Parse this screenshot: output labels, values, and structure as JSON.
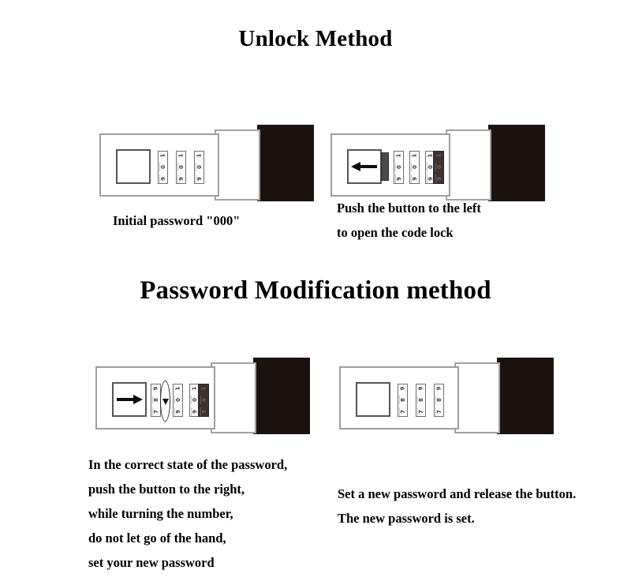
{
  "page": {
    "background_color": "#ffffff",
    "text_color": "#000000"
  },
  "sections": {
    "unlock": {
      "heading": "Unlock Method"
    },
    "modify": {
      "heading": "Password Modification method"
    }
  },
  "captions": {
    "lock1": [
      "Initial password \"000\""
    ],
    "lock2": [
      "Push the button to the left",
      "to open the code lock"
    ],
    "lock3": [
      "In the correct state of the password,",
      "push the button to the right,",
      "while turning the number,",
      "do not let go of the hand,",
      "set your new password"
    ],
    "lock4": [
      "Set a new password and release the button.",
      "The new password is set."
    ]
  },
  "locks": [
    {
      "id": "lock-initial-state",
      "button": {
        "type": "plain-square",
        "arrow": "none",
        "slider_tab": false
      },
      "dials": [
        {
          "digits": [
            "1",
            "0",
            "9"
          ],
          "state": "light"
        },
        {
          "digits": [
            "1",
            "0",
            "9"
          ],
          "state": "light"
        },
        {
          "digits": [
            "1",
            "0",
            "9"
          ],
          "state": "light"
        }
      ],
      "extra_dial": null,
      "rotation_indicator": false,
      "colors": {
        "body_border": "#9d9d9d",
        "end_cap": "#1b1210"
      }
    },
    {
      "id": "lock-push-left",
      "button": {
        "type": "arrow-square",
        "arrow": "left",
        "slider_tab": true
      },
      "dials": [
        {
          "digits": [
            "1",
            "0",
            "9"
          ],
          "state": "light"
        },
        {
          "digits": [
            "1",
            "0",
            "9"
          ],
          "state": "light"
        },
        {
          "digits": [
            "1",
            "0",
            "9"
          ],
          "state": "light"
        }
      ],
      "extra_dial": {
        "digits": [
          "1",
          "0",
          "9"
        ],
        "state": "dark"
      },
      "rotation_indicator": false,
      "colors": {
        "body_border": "#9d9d9d",
        "end_cap": "#1b1210"
      }
    },
    {
      "id": "lock-push-right-turn",
      "button": {
        "type": "arrow-square",
        "arrow": "right",
        "slider_tab": false
      },
      "dials": [
        {
          "digits": [
            "9",
            "8",
            "7"
          ],
          "state": "light"
        },
        {
          "digits": [
            "1",
            "0",
            "9"
          ],
          "state": "light"
        },
        {
          "digits": [
            "1",
            "0",
            "9"
          ],
          "state": "light"
        }
      ],
      "extra_dial": {
        "digits": [
          "1",
          "0",
          "9"
        ],
        "state": "dark"
      },
      "rotation_indicator": true,
      "colors": {
        "body_border": "#9d9d9d",
        "end_cap": "#1b1210"
      }
    },
    {
      "id": "lock-new-password-set",
      "button": {
        "type": "plain-square",
        "arrow": "none",
        "slider_tab": false
      },
      "dials": [
        {
          "digits": [
            "9",
            "8",
            "7"
          ],
          "state": "light"
        },
        {
          "digits": [
            "9",
            "8",
            "7"
          ],
          "state": "light"
        },
        {
          "digits": [
            "9",
            "8",
            "7"
          ],
          "state": "light"
        }
      ],
      "extra_dial": null,
      "rotation_indicator": false,
      "colors": {
        "body_border": "#9d9d9d",
        "end_cap": "#1b1210"
      }
    }
  ]
}
